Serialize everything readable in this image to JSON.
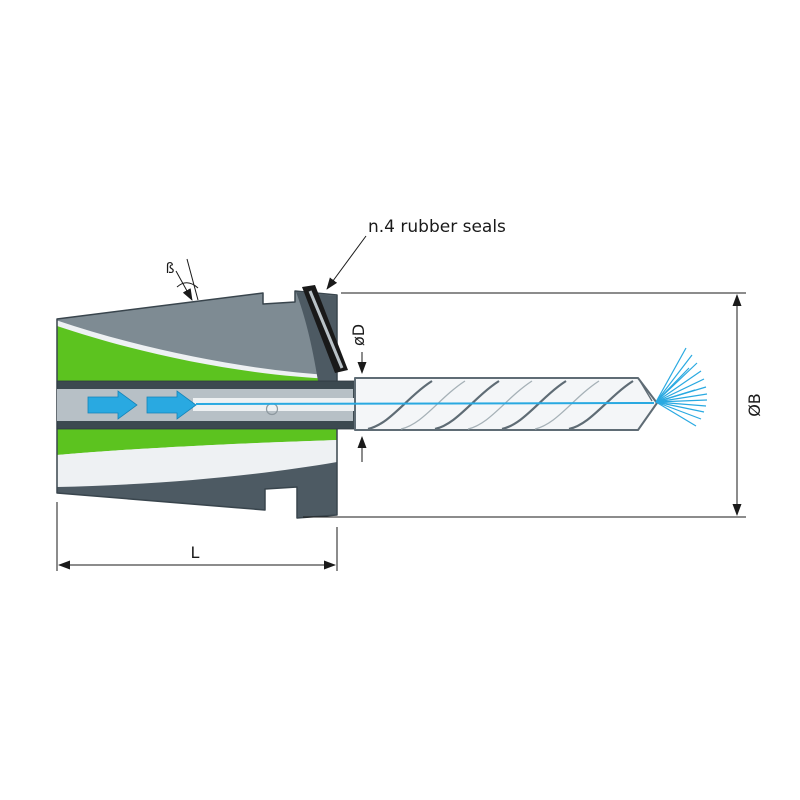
{
  "labels": {
    "callout_rubber_seals": "n.4 rubber seals",
    "angle_beta": "ß",
    "dim_small_diameter": "øD",
    "dim_big_diameter": "ØB",
    "dim_length": "L"
  },
  "colors": {
    "collet-green": "#5cc31f",
    "collet-slate": "#4d5a63",
    "collet-gray": "#7e8b93",
    "collet-white": "#eef1f3",
    "bore-dark": "#3c4950",
    "bore-light": "#b7c0c6",
    "drill-gray": "#5f6c75",
    "drill-light": "#a6b1b7",
    "coolant-blue": "#29a9e1",
    "drawing-line": "#1a1a1a",
    "seal-black": "#191919",
    "seal-stripe": "#b9c2c7"
  }
}
